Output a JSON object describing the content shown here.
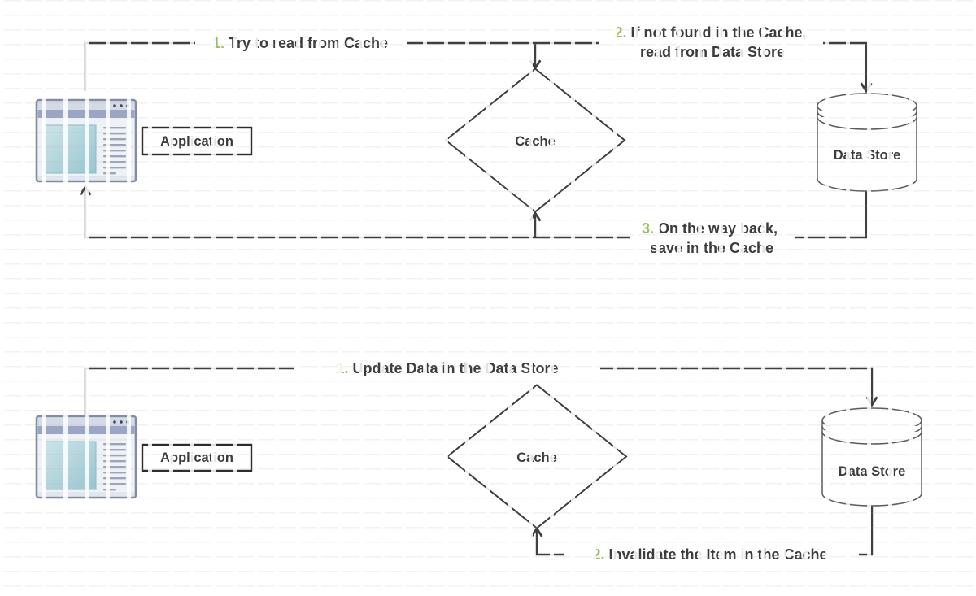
{
  "colors": {
    "line": "#3f3f3f",
    "text": "#3b3b3b",
    "step_number_green": "#9dbf62",
    "icon_titlebar": "#9aa6c4",
    "icon_content_teal": "#a9cfd8"
  },
  "top_diagram": {
    "application_label": "Application",
    "cache_label": "Cache",
    "data_store_label": "Data Store",
    "steps": [
      {
        "num": "1.",
        "text": "Try to read from Cache"
      },
      {
        "num": "2.",
        "text": "If not found in the Cache,",
        "text_line2": "read from Data Store"
      },
      {
        "num": "3.",
        "text": "On the way back,",
        "text_line2": "save in the Cache"
      }
    ]
  },
  "bottom_diagram": {
    "application_label": "Application",
    "cache_label": "Cache",
    "data_store_label": "Data Store",
    "steps": [
      {
        "num": "1.",
        "text": "Update Data in the Data Store"
      },
      {
        "num": "2.",
        "text": "Invalidate the Item in the Cache"
      }
    ]
  }
}
